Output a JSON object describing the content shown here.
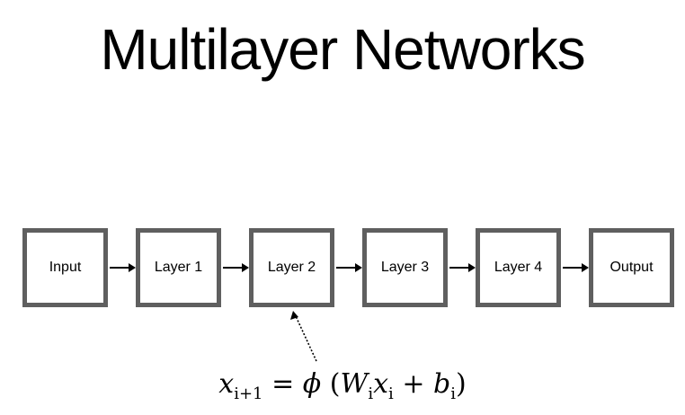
{
  "title": "Multilayer Networks",
  "diagram": {
    "nodes": [
      {
        "id": "input",
        "label": "Input"
      },
      {
        "id": "layer1",
        "label": "Layer 1"
      },
      {
        "id": "layer2",
        "label": "Layer 2"
      },
      {
        "id": "layer3",
        "label": "Layer 3"
      },
      {
        "id": "layer4",
        "label": "Layer 4"
      },
      {
        "id": "output",
        "label": "Output"
      }
    ],
    "edges": [
      {
        "from": "input",
        "to": "layer1"
      },
      {
        "from": "layer1",
        "to": "layer2"
      },
      {
        "from": "layer2",
        "to": "layer3"
      },
      {
        "from": "layer3",
        "to": "layer4"
      },
      {
        "from": "layer4",
        "to": "output"
      }
    ],
    "annotation_target": "layer2",
    "colors": {
      "box_border": "#5f5f5f",
      "arrow": "#000000"
    }
  },
  "formula": {
    "lhs_var": "x",
    "lhs_sub": "i+1",
    "equals": "=",
    "phi": "ϕ",
    "open": "(",
    "w_var": "W",
    "w_sub": "i",
    "x_var": "x",
    "x_sub": "i",
    "plus": "+",
    "b_var": "b",
    "b_sub": "i",
    "close": ")"
  }
}
